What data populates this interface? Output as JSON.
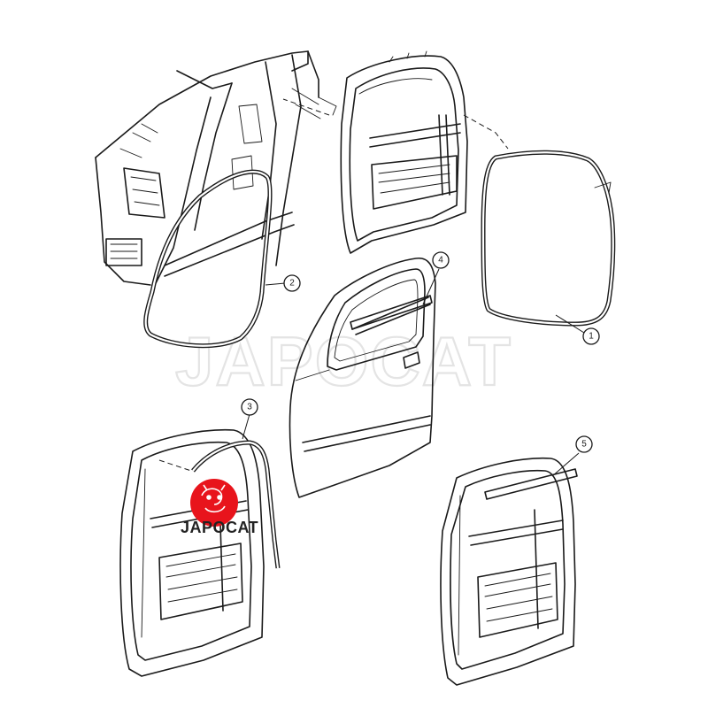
{
  "watermark_text": "JAPOCAT",
  "logo": {
    "text": "JAPOCAT",
    "color": "#e8141c"
  },
  "callouts": [
    {
      "label": "1"
    },
    {
      "label": "2"
    },
    {
      "label": "3"
    },
    {
      "label": "4"
    },
    {
      "label": "5"
    }
  ]
}
